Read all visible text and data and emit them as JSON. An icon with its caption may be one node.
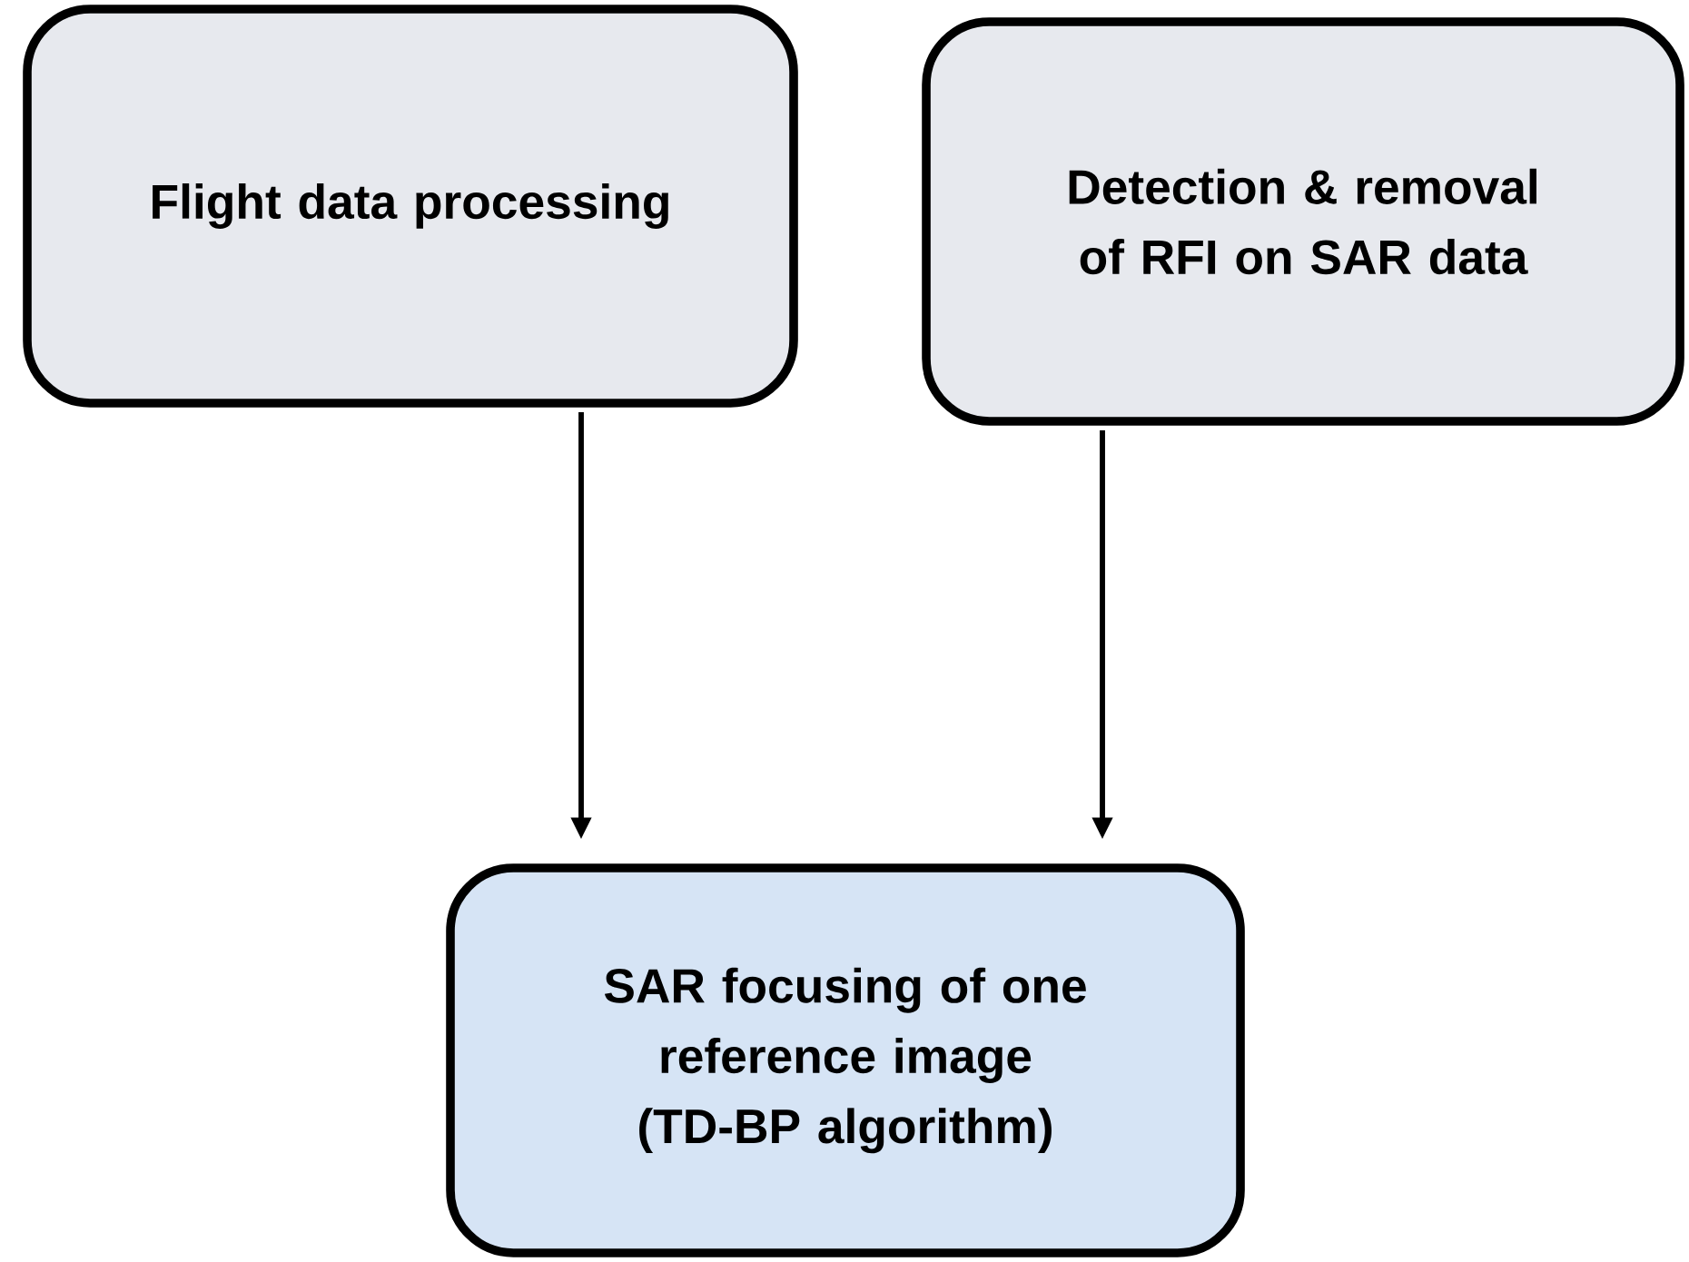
{
  "diagram": {
    "nodes": [
      {
        "text": [
          "Flight data processing"
        ]
      },
      {
        "text": [
          "Detection & removal of RFI on SAR data"
        ]
      },
      {
        "text": [
          "SAR focusing of one reference image (TD-BP algorithm)"
        ]
      }
    ],
    "edges": [
      {
        "from": 0,
        "to": 2,
        "arrow": "to"
      },
      {
        "from": 1,
        "to": 2,
        "arrow": "to"
      }
    ]
  }
}
